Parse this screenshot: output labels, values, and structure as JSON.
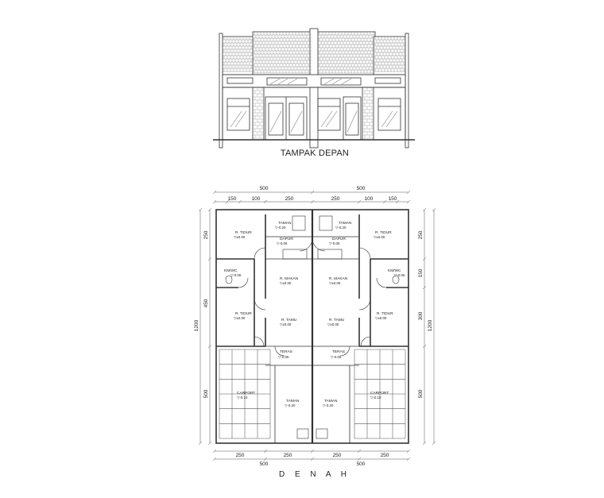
{
  "titles": {
    "elevation": "TAMPAK DEPAN",
    "plan": "D E N A H"
  },
  "dimensions": {
    "top_total": [
      "500",
      "500"
    ],
    "top_parts": [
      "150",
      "100",
      "250",
      "250",
      "100",
      "150"
    ],
    "bottom_parts": [
      "250",
      "250",
      "250",
      "250"
    ],
    "bottom_total": [
      "500",
      "500"
    ],
    "left_parts": [
      "250",
      "450",
      "500"
    ],
    "left_total": "1200",
    "right_parts": [
      "250",
      "150",
      "300",
      "500"
    ],
    "right_total": "1200"
  },
  "rooms": {
    "taman_back_l": {
      "name": "TAMAN",
      "level": "▽-0.20"
    },
    "taman_back_r": {
      "name": "TAMAN",
      "level": "▽-0.20"
    },
    "dapur_l": {
      "name": "DAPUR",
      "level": "▽-0.05"
    },
    "dapur_r": {
      "name": "DAPUR",
      "level": "▽-0.05"
    },
    "tidur1_l": {
      "name": "R. TIDUR",
      "level": "▽±0.00"
    },
    "tidur1_r": {
      "name": "R. TIDUR",
      "level": "▽±0.00"
    },
    "kmwc_l": {
      "name": "KM/WC",
      "level": "▽-0.05"
    },
    "kmwc_r": {
      "name": "KM/WC",
      "level": "▽-0.05"
    },
    "makan_l": {
      "name": "R. MAKAN",
      "level": "▽±0.00"
    },
    "makan_r": {
      "name": "R. MAKAN",
      "level": "▽±0.00"
    },
    "tidur2_l": {
      "name": "R. TIDUR",
      "level": "▽±0.00"
    },
    "tidur2_r": {
      "name": "R. TIDUR",
      "level": "▽±0.00"
    },
    "tamu_l": {
      "name": "R. TAMU",
      "level": "▽±0.00"
    },
    "tamu_r": {
      "name": "R. TAMU",
      "level": "▽±0.00"
    },
    "teras_l": {
      "name": "TERAS",
      "level": "▽-0.05"
    },
    "teras_r": {
      "name": "TERAS",
      "level": "▽-0.05"
    },
    "carport_l": {
      "name": "CARPORT",
      "level": "▽-0.10"
    },
    "carport_r": {
      "name": "CARPORT",
      "level": "▽-0.10"
    },
    "taman_front_l": {
      "name": "TAMAN",
      "level": "▽-0.20"
    },
    "taman_front_r": {
      "name": "TAMAN",
      "level": "▽-0.20"
    }
  },
  "colors": {
    "line": "#333333",
    "light": "#888888"
  }
}
